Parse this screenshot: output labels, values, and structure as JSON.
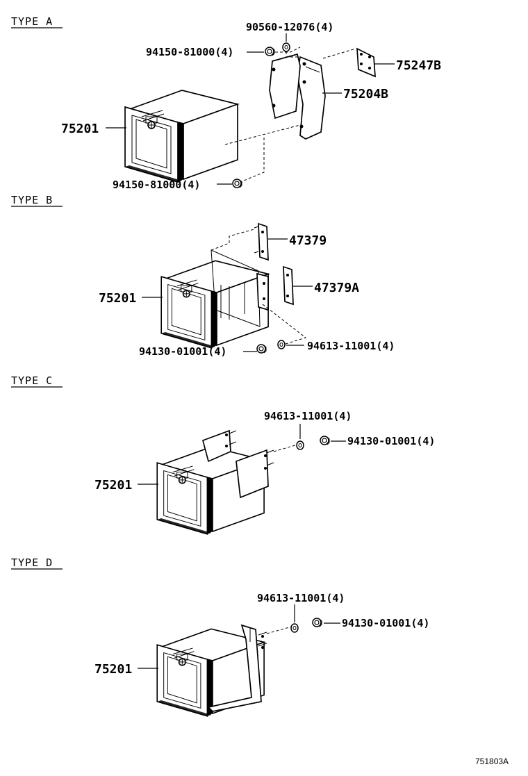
{
  "sections": [
    {
      "title": "TYPE A"
    },
    {
      "title": "TYPE B"
    },
    {
      "title": "TYPE C"
    },
    {
      "title": "TYPE D"
    }
  ],
  "parts": {
    "a_90560": "90560-12076(4)",
    "a_94150_top": "94150-81000(4)",
    "a_75247B": "75247B",
    "a_75204B": "75204B",
    "a_75201": "75201",
    "a_94150_bot": "94150-81000(4)",
    "b_47379": "47379",
    "b_47379A": "47379A",
    "b_75201": "75201",
    "b_94130": "94130-01001(4)",
    "b_94613": "94613-11001(4)",
    "c_94613": "94613-11001(4)",
    "c_94130": "94130-01001(4)",
    "c_75201": "75201",
    "d_94613": "94613-11001(4)",
    "d_94130": "94130-01001(4)",
    "d_75201": "75201"
  },
  "figure_ref": "751803A"
}
